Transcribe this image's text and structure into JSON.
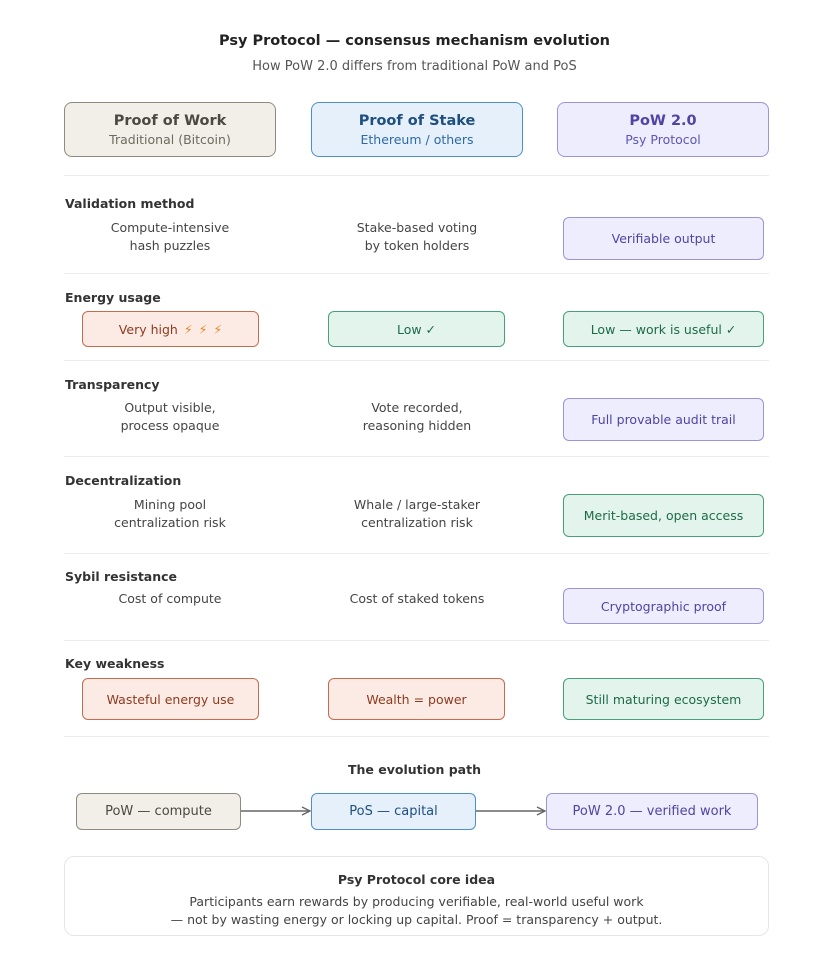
{
  "title": "Psy Protocol — consensus mechanism evolution",
  "subtitle": "How PoW 2.0 differs from traditional PoW and PoS",
  "columns": [
    {
      "title": "Proof of Work",
      "subtitle": "Traditional (Bitcoin)"
    },
    {
      "title": "Proof of Stake",
      "subtitle": "Ethereum / others"
    },
    {
      "title": "PoW 2.0",
      "subtitle": "Psy Protocol"
    }
  ],
  "rows": [
    {
      "label": "Validation method",
      "pow": "Compute-intensive\nhash puzzles",
      "pos": "Stake-based voting\nby token holders",
      "pow2": "Verifiable output"
    },
    {
      "label": "Energy usage",
      "pow": "Very high",
      "pow_icons": [
        "lightning-icon",
        "lightning-icon",
        "lightning-icon"
      ],
      "pos": "Low ✓",
      "pow2": "Low — work is useful ✓"
    },
    {
      "label": "Transparency",
      "pow": "Output visible,\nprocess opaque",
      "pos": "Vote recorded,\nreasoning hidden",
      "pow2": "Full provable audit trail"
    },
    {
      "label": "Decentralization",
      "pow": "Mining pool\ncentralization risk",
      "pos": "Whale / large-staker\ncentralization risk",
      "pow2": "Merit-based, open access"
    },
    {
      "label": "Sybil resistance",
      "pow": "Cost of compute",
      "pos": "Cost of staked tokens",
      "pow2": "Cryptographic proof"
    },
    {
      "label": "Key weakness",
      "pow": "Wasteful energy use",
      "pos": "Wealth = power",
      "pow2": "Still maturing ecosystem"
    }
  ],
  "evolution": {
    "title": "The evolution path",
    "steps": [
      "PoW — compute",
      "PoS — capital",
      "PoW 2.0 — verified work"
    ]
  },
  "core": {
    "title": "Psy Protocol core idea",
    "line1": "Participants earn rewards by producing verifiable, real-world useful work",
    "line2": "— not by wasting energy or locking up capital. Proof = transparency + output."
  },
  "colors": {
    "pow_fill": "#f1efe8",
    "pos_fill": "#e5f0fb",
    "pow2_fill": "#eeedfd",
    "orange_fill": "#fbebe4",
    "green_fill": "#e2f4ec",
    "bolt": "#e8862a"
  }
}
